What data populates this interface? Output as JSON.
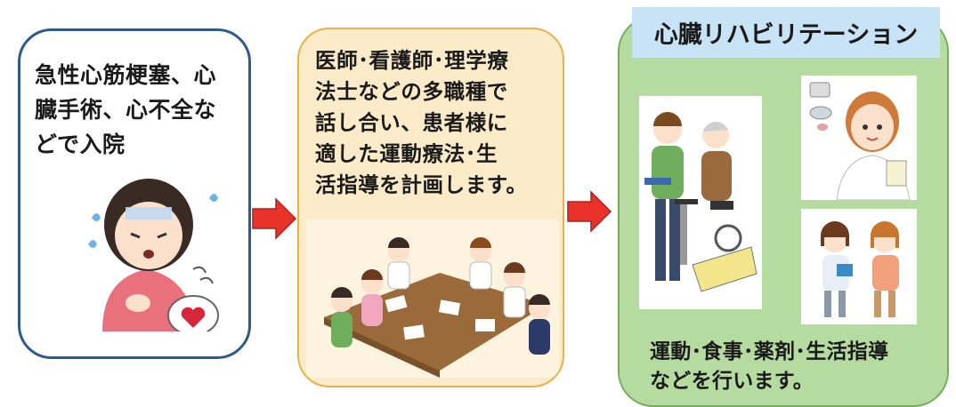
{
  "steps": {
    "admission_text": "急性心筋梗塞、心\n臓手術、心不全な\nどで入院",
    "team_text": "医師･看護師･理学療\n法士などの多職種で\n話し合い、患者様に\n適した運動療法･生\n活指導を計画します。",
    "rehab_title": "心臓リハビリテーション",
    "rehab_text": "運動･食事･薬剤･生活指導\nなどを行います。"
  },
  "colors": {
    "box1_border": "#2f5a8a",
    "box2_fill": "#fcebc8",
    "box3_fill": "#b6dba1",
    "title_fill": "#c9e3f6",
    "arrow": "#e8322a"
  },
  "illustrations": [
    "sick-patient-illustration",
    "team-meeting-illustration",
    "exercise-bike-illustration",
    "pharmacist-illustration",
    "consultation-illustration"
  ]
}
